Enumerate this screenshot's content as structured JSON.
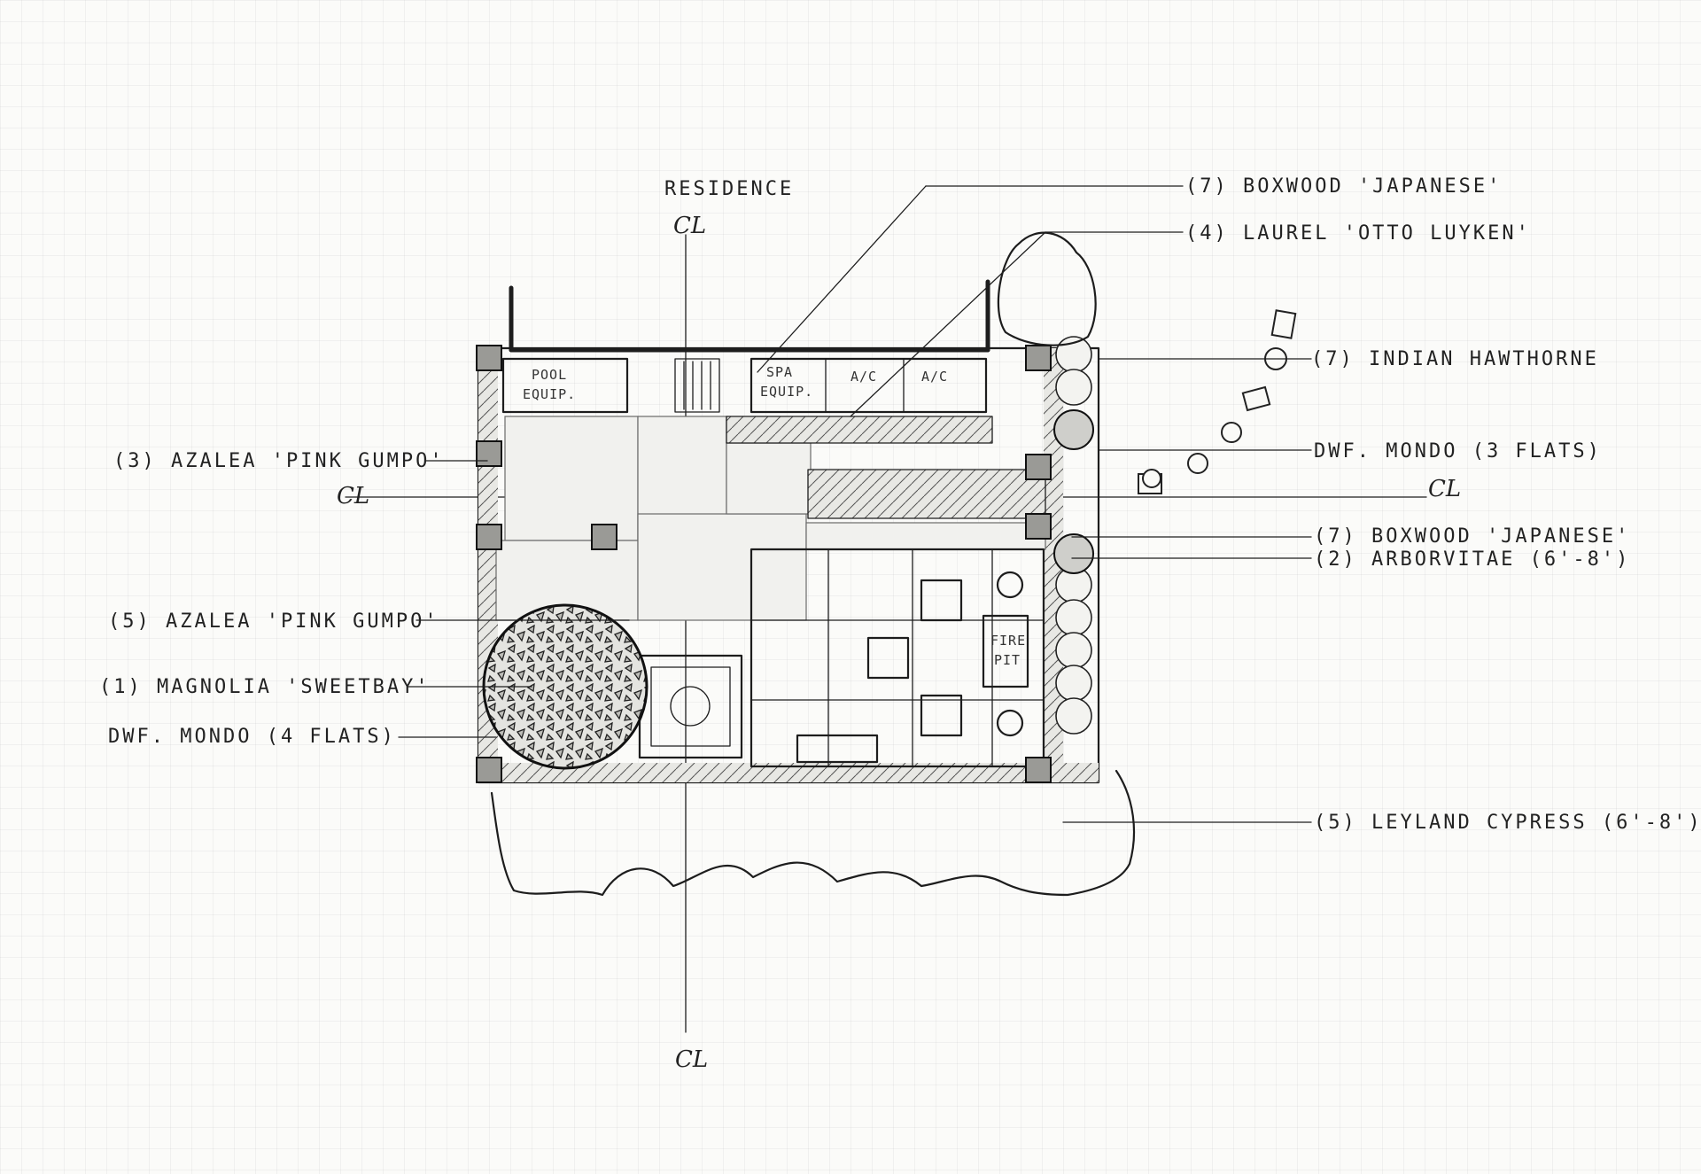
{
  "title": "RESIDENCE",
  "centerline_mark": "CL",
  "labels": {
    "boxwood_top": "(7) BOXWOOD 'JAPANESE'",
    "laurel": "(4) LAUREL 'OTTO LUYKEN'",
    "hawthorne": "(7) INDIAN HAWTHORNE",
    "mondo_right": "DWF. MONDO (3 FLATS)",
    "boxwood_mid": "(7) BOXWOOD 'JAPANESE'",
    "arborvitae": "(2) ARBORVITAE (6'-8')",
    "cypress": "(5) LEYLAND CYPRESS (6'-8')",
    "azalea_top": "(3) AZALEA 'PINK GUMPO'",
    "azalea_mid": "(5) AZALEA 'PINK GUMPO'",
    "magnolia": "(1) MAGNOLIA 'SWEETBAY'",
    "mondo_left": "DWF. MONDO (4 FLATS)"
  },
  "plan_labels": {
    "pool_equip_1": "POOL",
    "pool_equip_2": "EQUIP.",
    "spa_equip_1": "SPA",
    "spa_equip_2": "EQUIP.",
    "ac_1": "A/C",
    "ac_2": "A/C",
    "fire_pit_1": "FIRE",
    "fire_pit_2": "PIT"
  }
}
